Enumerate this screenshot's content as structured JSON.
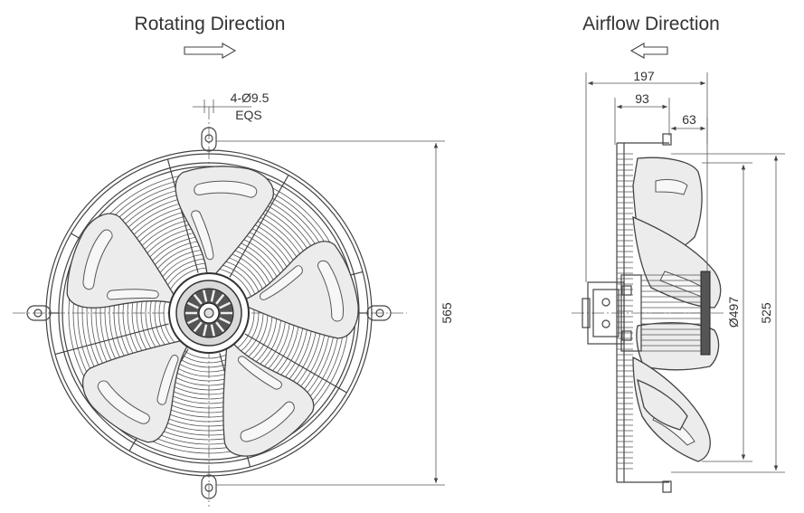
{
  "front_view": {
    "title": "Rotating Direction",
    "hole_spec_line1": "4-Ø9.5",
    "hole_spec_line2": "EQS",
    "height_dimension": "565"
  },
  "side_view": {
    "title": "Airflow Direction",
    "depth_total": "197",
    "depth_mid": "93",
    "depth_small": "63",
    "diameter": "Ø497",
    "height": "525"
  },
  "colors": {
    "line": "#444444",
    "blade_fill": "#ececec",
    "background": "#ffffff"
  }
}
